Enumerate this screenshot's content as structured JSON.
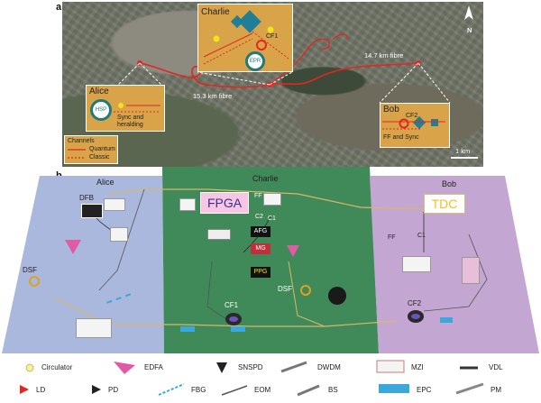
{
  "panels": {
    "a": "a",
    "b": "b"
  },
  "map": {
    "compass": "N",
    "scale_bar": "1 km",
    "fibre_left": "15.3 km fibre",
    "fibre_right": "14.7 km fibre",
    "alice_inset": {
      "name": "Alice",
      "source": "HSP",
      "note": "Sync and heralding"
    },
    "charlie_inset": {
      "name": "Charlie",
      "filter": "CF1",
      "source": "EPR"
    },
    "bob_inset": {
      "name": "Bob",
      "filter": "CF2",
      "note": "FF and Sync"
    },
    "channels": {
      "title": "Channels",
      "quantum": "Quantum",
      "classic": "Classic"
    },
    "colors": {
      "fibre": "#e3261f",
      "inset": "#d9a34a"
    }
  },
  "setup": {
    "alice": {
      "title": "Alice",
      "dfb": "DFB",
      "dsf": "DSF",
      "color": "#a9b8dc"
    },
    "charlie": {
      "title": "Charlie",
      "fpga": "FPGA",
      "afg": "AFG",
      "mg": "MG",
      "ppg": "PPG",
      "dsf": "DSF",
      "cf1": "CF1",
      "ff": "FF",
      "c2": "C2",
      "c1": "C1",
      "color": "#3f8a58"
    },
    "bob": {
      "title": "Bob",
      "tdc": "TDC",
      "ff": "FF",
      "c1": "C1",
      "cf2": "CF2",
      "color": "#c3a6d2"
    }
  },
  "legend": {
    "row1": [
      "Circulator",
      "EDFA",
      "SNSPD",
      "DWDM",
      "MZI",
      "VDL"
    ],
    "row2": [
      "LD",
      "PD",
      "FBG",
      "EOM",
      "BS",
      "EPC",
      "PM"
    ]
  }
}
